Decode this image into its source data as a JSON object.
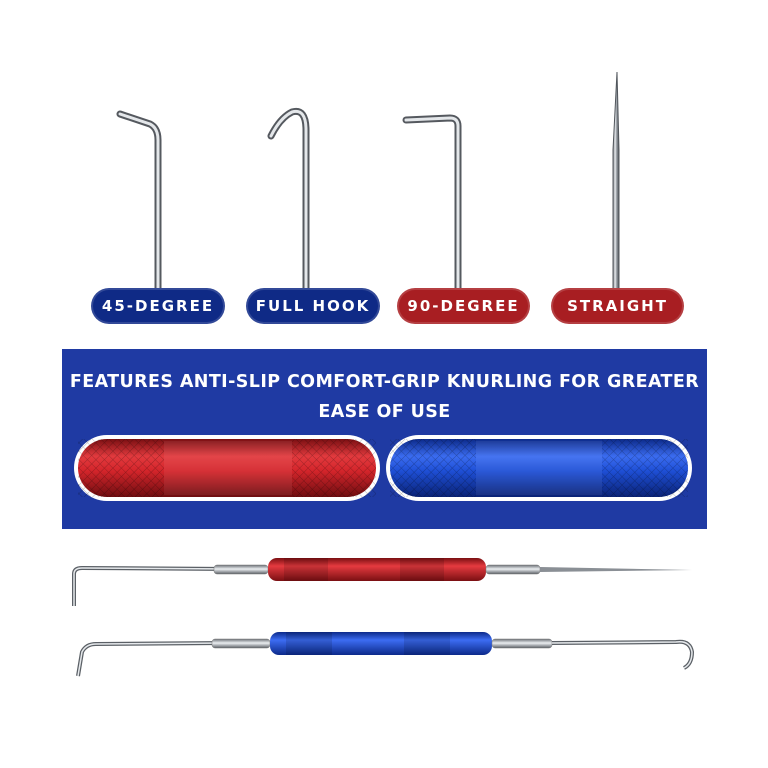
{
  "tip_labels": [
    {
      "text": "45-DEGREE",
      "color": "#0f2a86"
    },
    {
      "text": "FULL HOOK",
      "color": "#0f2a86"
    },
    {
      "text": "90-DEGREE",
      "color": "#a81e22"
    },
    {
      "text": "STRAIGHT",
      "color": "#a81e22"
    }
  ],
  "banner": {
    "line1": "FEATURES ANTI-SLIP COMFORT-GRIP KNURLING FOR GREATER",
    "line2": "EASE OF USE",
    "color": "#1f3aa3"
  },
  "grips": {
    "left_color": "#d4252b",
    "right_color": "#1e4fd6"
  },
  "tools": {
    "top_handle_color": "#d4252b",
    "bottom_handle_color": "#1e4fd6"
  }
}
